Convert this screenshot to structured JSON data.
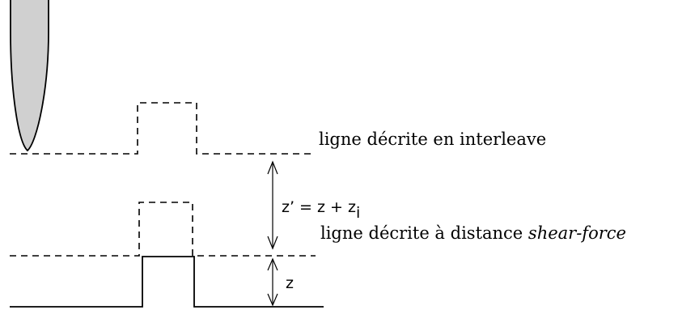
{
  "labels": {
    "interleave": "ligne décrite en interleave",
    "shearforce_prefix": "ligne décrite à distance ",
    "shearforce_italic": "shear-force",
    "zprime": "z’ = z + z",
    "zprime_sub": "i",
    "z": "z"
  },
  "colors": {
    "tip_fill": "#d0d0d0",
    "line": "#000000"
  }
}
